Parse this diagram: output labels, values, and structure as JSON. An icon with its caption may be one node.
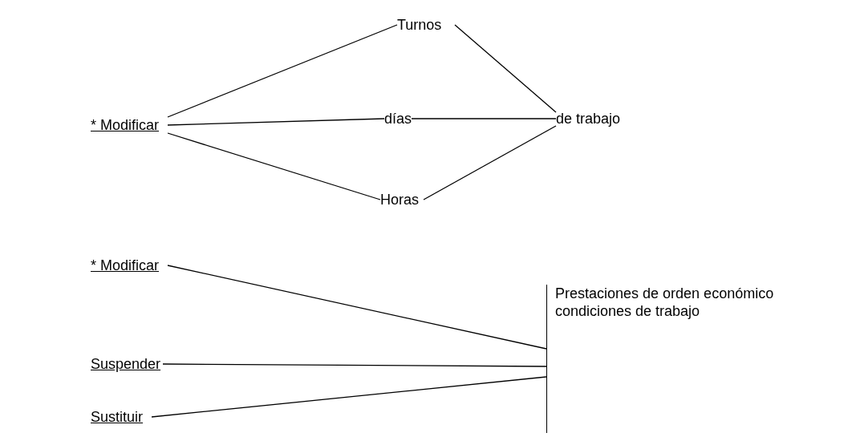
{
  "diagram": {
    "nodes": [
      {
        "text": [
          "* Modificar"
        ]
      },
      {
        "text": [
          "Turnos"
        ]
      },
      {
        "text": [
          "días"
        ]
      },
      {
        "text": [
          "Horas"
        ]
      },
      {
        "text": [
          "de trabajo"
        ]
      },
      {
        "text": [
          "* Modificar"
        ]
      },
      {
        "text": [
          "Suspender"
        ]
      },
      {
        "text": [
          "Sustituir"
        ]
      },
      {
        "text": [
          "Prestaciones de orden económico",
          "condiciones de trabajo"
        ]
      }
    ],
    "edges": [
      {
        "from": 0,
        "to": 1,
        "arrow": "none"
      },
      {
        "from": 0,
        "to": 2,
        "arrow": "none"
      },
      {
        "from": 0,
        "to": 3,
        "arrow": "none"
      },
      {
        "from": 1,
        "to": 4,
        "arrow": "none"
      },
      {
        "from": 2,
        "to": 4,
        "arrow": "none"
      },
      {
        "from": 3,
        "to": 4,
        "arrow": "none"
      },
      {
        "from": 5,
        "to": 8,
        "arrow": "none"
      },
      {
        "from": 6,
        "to": 8,
        "arrow": "none"
      },
      {
        "from": 7,
        "to": 8,
        "arrow": "none"
      }
    ]
  }
}
